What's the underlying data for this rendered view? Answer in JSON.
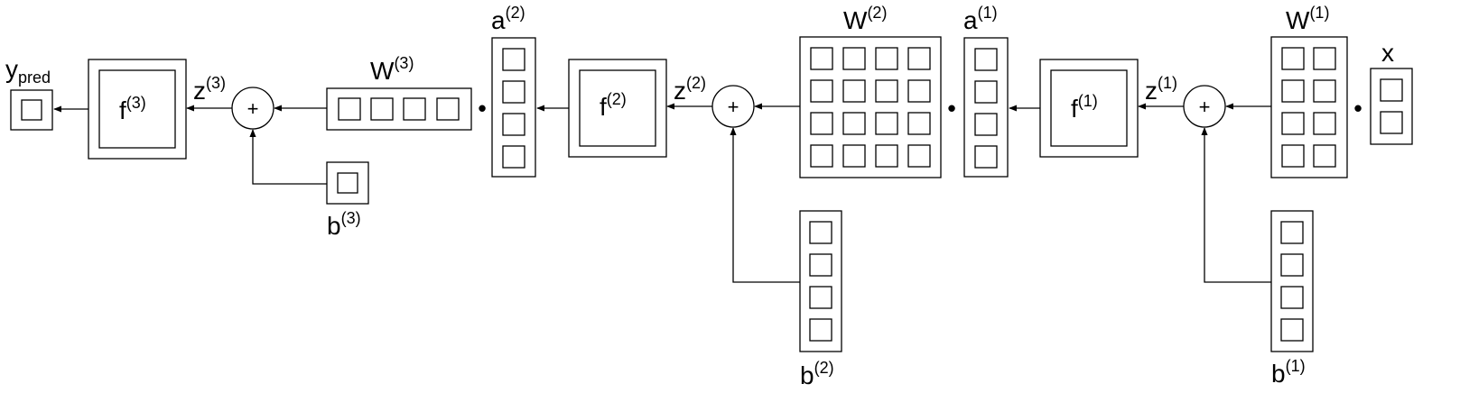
{
  "labels": {
    "y_pred": {
      "main": "y",
      "sub": "pred"
    },
    "f3": {
      "main": "f",
      "sup": "(3)"
    },
    "z3": {
      "main": "z",
      "sup": "(3)"
    },
    "W3": {
      "main": "W",
      "sup": "(3)"
    },
    "b3": {
      "main": "b",
      "sup": "(3)"
    },
    "a2": {
      "main": "a",
      "sup": "(2)"
    },
    "f2": {
      "main": "f",
      "sup": "(2)"
    },
    "z2": {
      "main": "z",
      "sup": "(2)"
    },
    "W2": {
      "main": "W",
      "sup": "(2)"
    },
    "b2": {
      "main": "b",
      "sup": "(2)"
    },
    "a1": {
      "main": "a",
      "sup": "(1)"
    },
    "f1": {
      "main": "f",
      "sup": "(1)"
    },
    "z1": {
      "main": "z",
      "sup": "(1)"
    },
    "W1": {
      "main": "W",
      "sup": "(1)"
    },
    "b1": {
      "main": "b",
      "sup": "(1)"
    },
    "x": {
      "main": "x"
    }
  },
  "symbols": {
    "plus": "+",
    "dot": "•"
  },
  "colors": {
    "stroke": "#000000",
    "background": "#ffffff"
  }
}
